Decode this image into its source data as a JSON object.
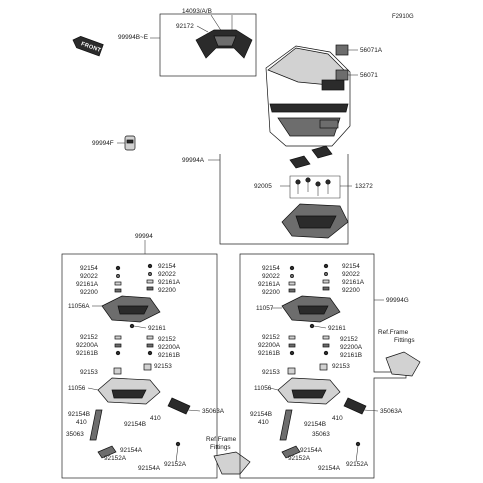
{
  "figure_id": "F2910G",
  "front_label": "FRONT",
  "ref_label_1": "Ref.Frame",
  "ref_label_2": "Fittings",
  "labels": {
    "p14093": "14093/A/B",
    "p92172": "92172",
    "p99994B": "99994B~E",
    "p56071A": "56071A",
    "p56071": "56071",
    "p99994F": "99994F",
    "p99994A": "99994A",
    "p92005": "92005",
    "p13272": "13272",
    "p99994": "99994",
    "p99994G": "99994G",
    "l92154": "92154",
    "l92022": "92022",
    "l92161A": "92161A",
    "l92200": "92200",
    "l92154r": "92154",
    "l92022r": "92022",
    "l92161Ar": "92161A",
    "l92200r": "92200",
    "l11056A": "11056A",
    "l92161": "92161",
    "l92152": "92152",
    "l92200A": "92200A",
    "l92161B": "92161B",
    "l92152r": "92152",
    "l92200Ar": "92200A",
    "l92161Br": "92161B",
    "l92153": "92153",
    "l92153r": "92153",
    "l11056": "11056",
    "l92154B": "92154B",
    "l410": "410",
    "l92154B2": "92154B",
    "l410b": "410",
    "l35063A": "35063A",
    "l35063": "35063",
    "l92154A": "92154A",
    "l92152A": "92152A",
    "l92154A2": "92154A",
    "l92152A2": "92152A",
    "r92154": "92154",
    "r92022": "92022",
    "r92161A": "92161A",
    "r92200": "92200",
    "r92154r": "92154",
    "r92022r": "92022",
    "r92161Ar": "92161A",
    "r92200r": "92200",
    "r11057": "11057",
    "r92161": "92161",
    "r92152": "92152",
    "r92200A": "92200A",
    "r92161B": "92161B",
    "r92152r": "92152",
    "r92200Ar": "92200A",
    "r92161Br": "92161B",
    "r92153": "92153",
    "r92153r": "92153",
    "r11056": "11056",
    "r92154B": "92154B",
    "r410": "410",
    "r92154B2": "92154B",
    "r410b": "410",
    "r35063A": "35063A",
    "r35063": "35063",
    "r92154A": "92154A",
    "r92152A": "92152A",
    "r92154A2": "92154A",
    "r92152A2": "92152A"
  }
}
